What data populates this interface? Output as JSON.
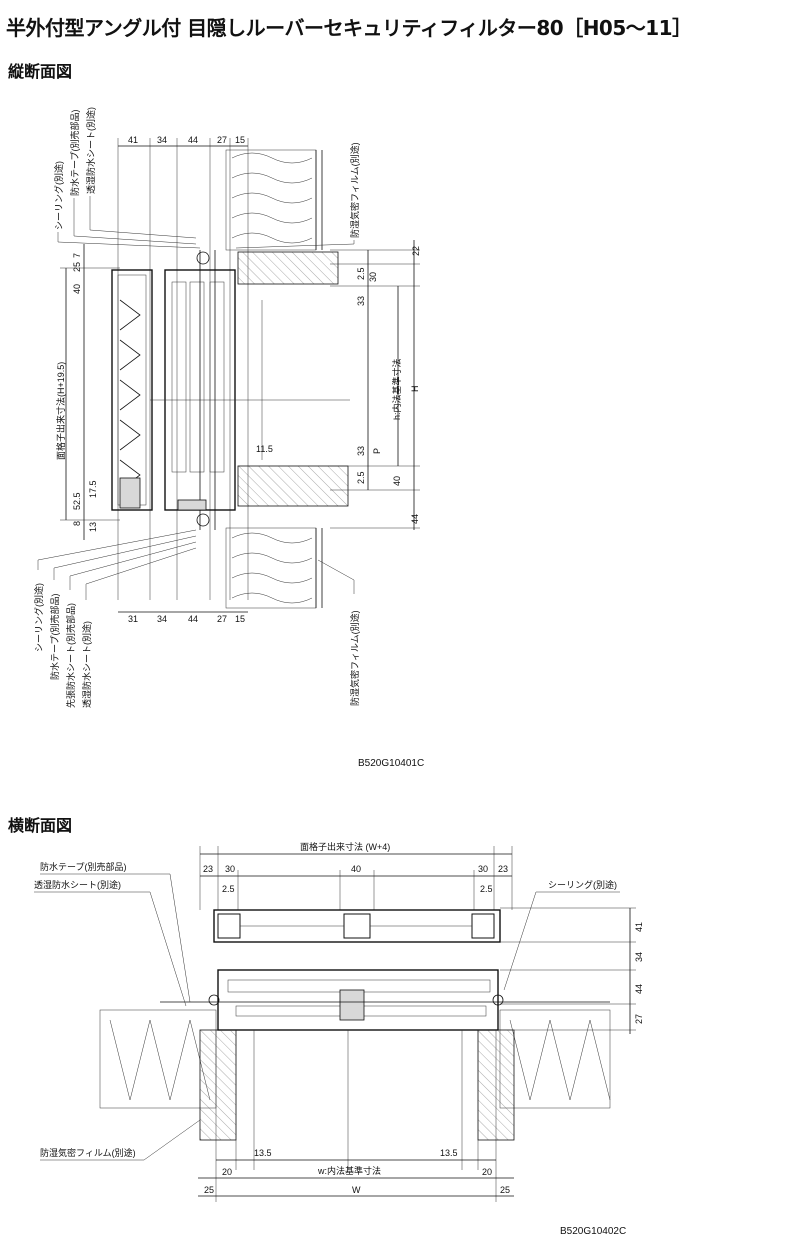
{
  "title": "半外付型アングル付 目隠しルーバーセキュリティフィルター80［H05～11］",
  "vertical": {
    "label": "縦断面図",
    "code": "B520G10401C",
    "top_dims": [
      "41",
      "34",
      "44",
      "27",
      "15"
    ],
    "bottom_dims": [
      "31",
      "34",
      "44",
      "27",
      "15"
    ],
    "left_dims": [
      "7",
      "25",
      "40",
      "52.5",
      "17.5",
      "8",
      "13"
    ],
    "right_dims": [
      "22",
      "30",
      "2.5",
      "33",
      "33",
      "2.5",
      "40",
      "44"
    ],
    "inner_dims": [
      "11.5",
      "P",
      "H"
    ],
    "labels": {
      "sealing_top": "シーリング(別途)",
      "waterproof_tape_top": "防水テープ(別売部品)",
      "breathable_sheet_top": "透湿防水シート(別途)",
      "vapor_film_top": "防湿気密フィルム(別途)",
      "grille_height": "面格子出来寸法(H+19.5)",
      "inner_ref": "h:内法基準寸法",
      "sealing_bottom": "シーリング(別途)",
      "waterproof_tape_bottom": "防水テープ(別売部品)",
      "pre_sheet_bottom": "先張防水シート(別売部品)",
      "breathable_sheet_bottom": "透湿防水シート(別途)",
      "vapor_film_bottom": "防湿気密フィルム(別途)"
    }
  },
  "horizontal": {
    "label": "横断面図",
    "code": "B520G10402C",
    "top_dims": [
      "23",
      "30",
      "40",
      "30",
      "23"
    ],
    "top_inner_dims": [
      "2.5",
      "2.5"
    ],
    "grille_width": "面格子出来寸法 (W+4)",
    "right_dims": [
      "41",
      "34",
      "44",
      "27"
    ],
    "bottom_dims": [
      "13.5",
      "13.5",
      "20",
      "20",
      "25",
      "25"
    ],
    "inner_ref": "w:内法基準寸法",
    "w": "W",
    "labels": {
      "waterproof_tape": "防水テープ(別売部品)",
      "breathable_sheet": "透湿防水シート(別途)",
      "sealing": "シーリング(別途)",
      "vapor_film": "防湿気密フィルム(別途)"
    }
  }
}
